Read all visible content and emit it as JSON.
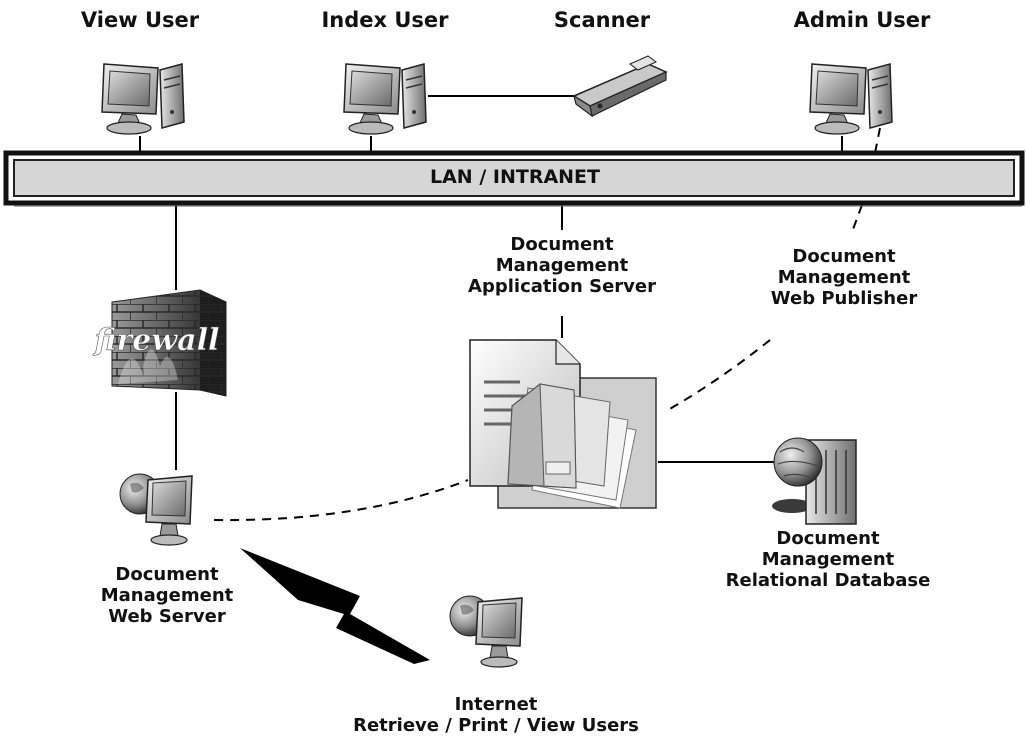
{
  "network_bar": {
    "label": "LAN / INTRANET"
  },
  "nodes": {
    "view_user": {
      "label": "View User"
    },
    "index_user": {
      "label": "Index User"
    },
    "scanner": {
      "label": "Scanner"
    },
    "admin_user": {
      "label": "Admin User"
    },
    "firewall": {
      "text": "firewall"
    },
    "app_server": {
      "lines": [
        "Document",
        "Management",
        "Application Server"
      ]
    },
    "web_publisher": {
      "lines": [
        "Document",
        "Management",
        "Web Publisher"
      ]
    },
    "web_server": {
      "lines": [
        "Document",
        "Management",
        "Web Server"
      ]
    },
    "database": {
      "lines": [
        "Document",
        "Management",
        "Relational Database"
      ]
    },
    "internet_users": {
      "lines": [
        "Internet",
        "Retrieve / Print / View Users"
      ]
    }
  },
  "icons": {
    "workstation": "desktop-computer-icon",
    "scanner": "flatbed-scanner-icon",
    "firewall": "brick-firewall-icon",
    "documents": "document-stack-icon",
    "database_server": "database-server-icon",
    "globe_monitor": "globe-monitor-icon",
    "internet_link": "lightning-bolt-icon"
  },
  "colors": {
    "lines": "#000000",
    "bar_fill": "#d6d6d6",
    "bar_border": "#111111"
  }
}
